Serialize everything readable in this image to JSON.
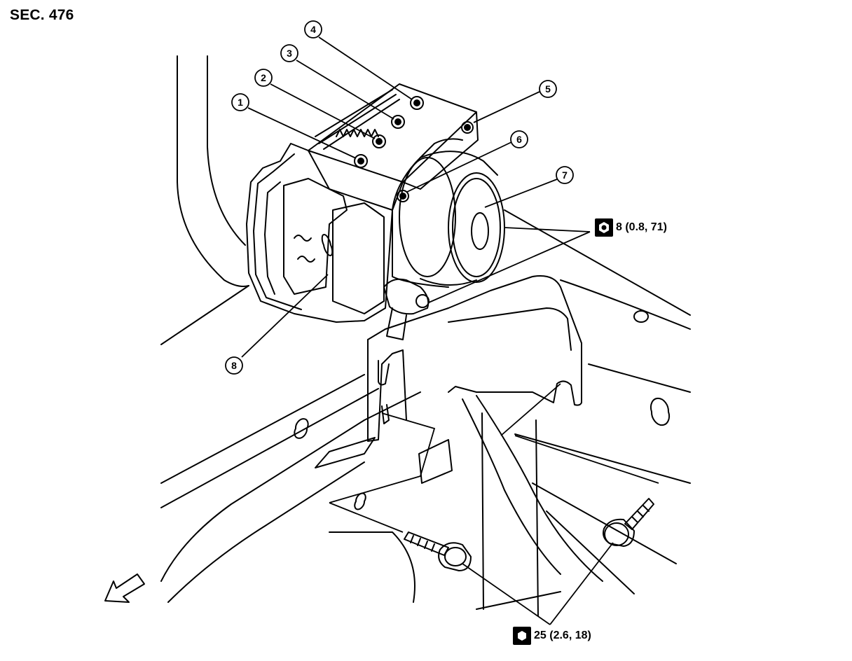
{
  "section_label": "SEC. 476",
  "callouts": [
    "1",
    "2",
    "3",
    "4",
    "5",
    "6",
    "7",
    "8"
  ],
  "torque_specs": {
    "upper": {
      "text": "8 (0.8, 71)",
      "icon": "tightening-torque-nut-icon"
    },
    "lower": {
      "text": "25 (2.6, 18)",
      "icon": "tightening-torque-bolt-icon"
    }
  },
  "front_arrow_icon": "vehicle-front-arrow-icon"
}
